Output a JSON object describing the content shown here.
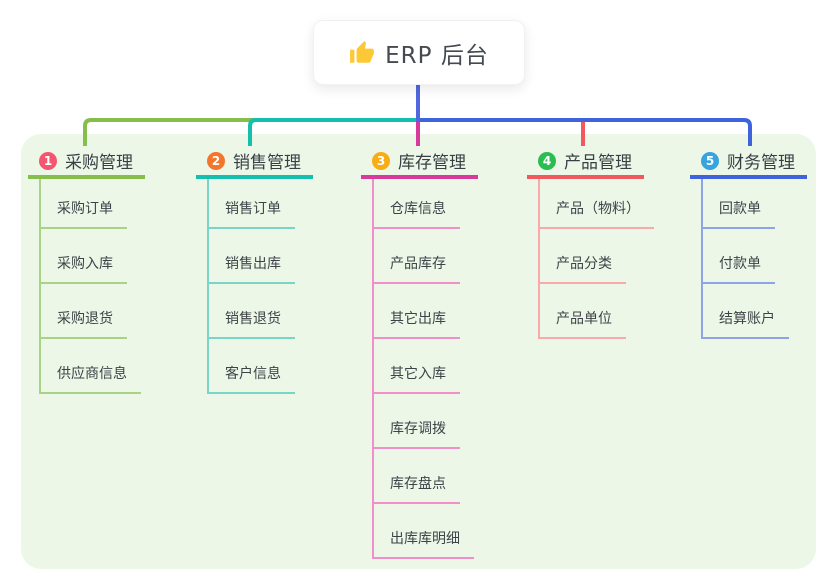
{
  "root": {
    "title": "ERP 后台",
    "icon": "thumbs-up-icon",
    "icon_color": "#fdc835"
  },
  "panel_bg": "#ecf7e8",
  "stem_color": "#4f68dd",
  "branches": [
    {
      "badge": "1",
      "badge_color": "#f4566f",
      "label": "采购管理",
      "line_color": "#85be4b",
      "child_line_color": "#a8d284",
      "children": [
        "采购订单",
        "采购入库",
        "采购退货",
        "供应商信息"
      ]
    },
    {
      "badge": "2",
      "badge_color": "#f4762d",
      "label": "销售管理",
      "line_color": "#14bfad",
      "child_line_color": "#7bd4c8",
      "children": [
        "销售订单",
        "销售出库",
        "销售退货",
        "客户信息"
      ]
    },
    {
      "badge": "3",
      "badge_color": "#f9ad14",
      "label": "库存管理",
      "line_color": "#d8399c",
      "child_line_color": "#f08fc9",
      "children": [
        "仓库信息",
        "产品库存",
        "其它出库",
        "其它入库",
        "库存调拨",
        "库存盘点",
        "出库库明细"
      ]
    },
    {
      "badge": "4",
      "badge_color": "#2abd51",
      "label": "产品管理",
      "line_color": "#f2595f",
      "child_line_color": "#f9a9a9",
      "children": [
        "产品（物料）",
        "产品分类",
        "产品单位"
      ]
    },
    {
      "badge": "5",
      "badge_color": "#38a4dd",
      "label": "财务管理",
      "line_color": "#3e63dc",
      "child_line_color": "#8fa4e6",
      "children": [
        "回款单",
        "付款单",
        "结算账户"
      ]
    }
  ]
}
